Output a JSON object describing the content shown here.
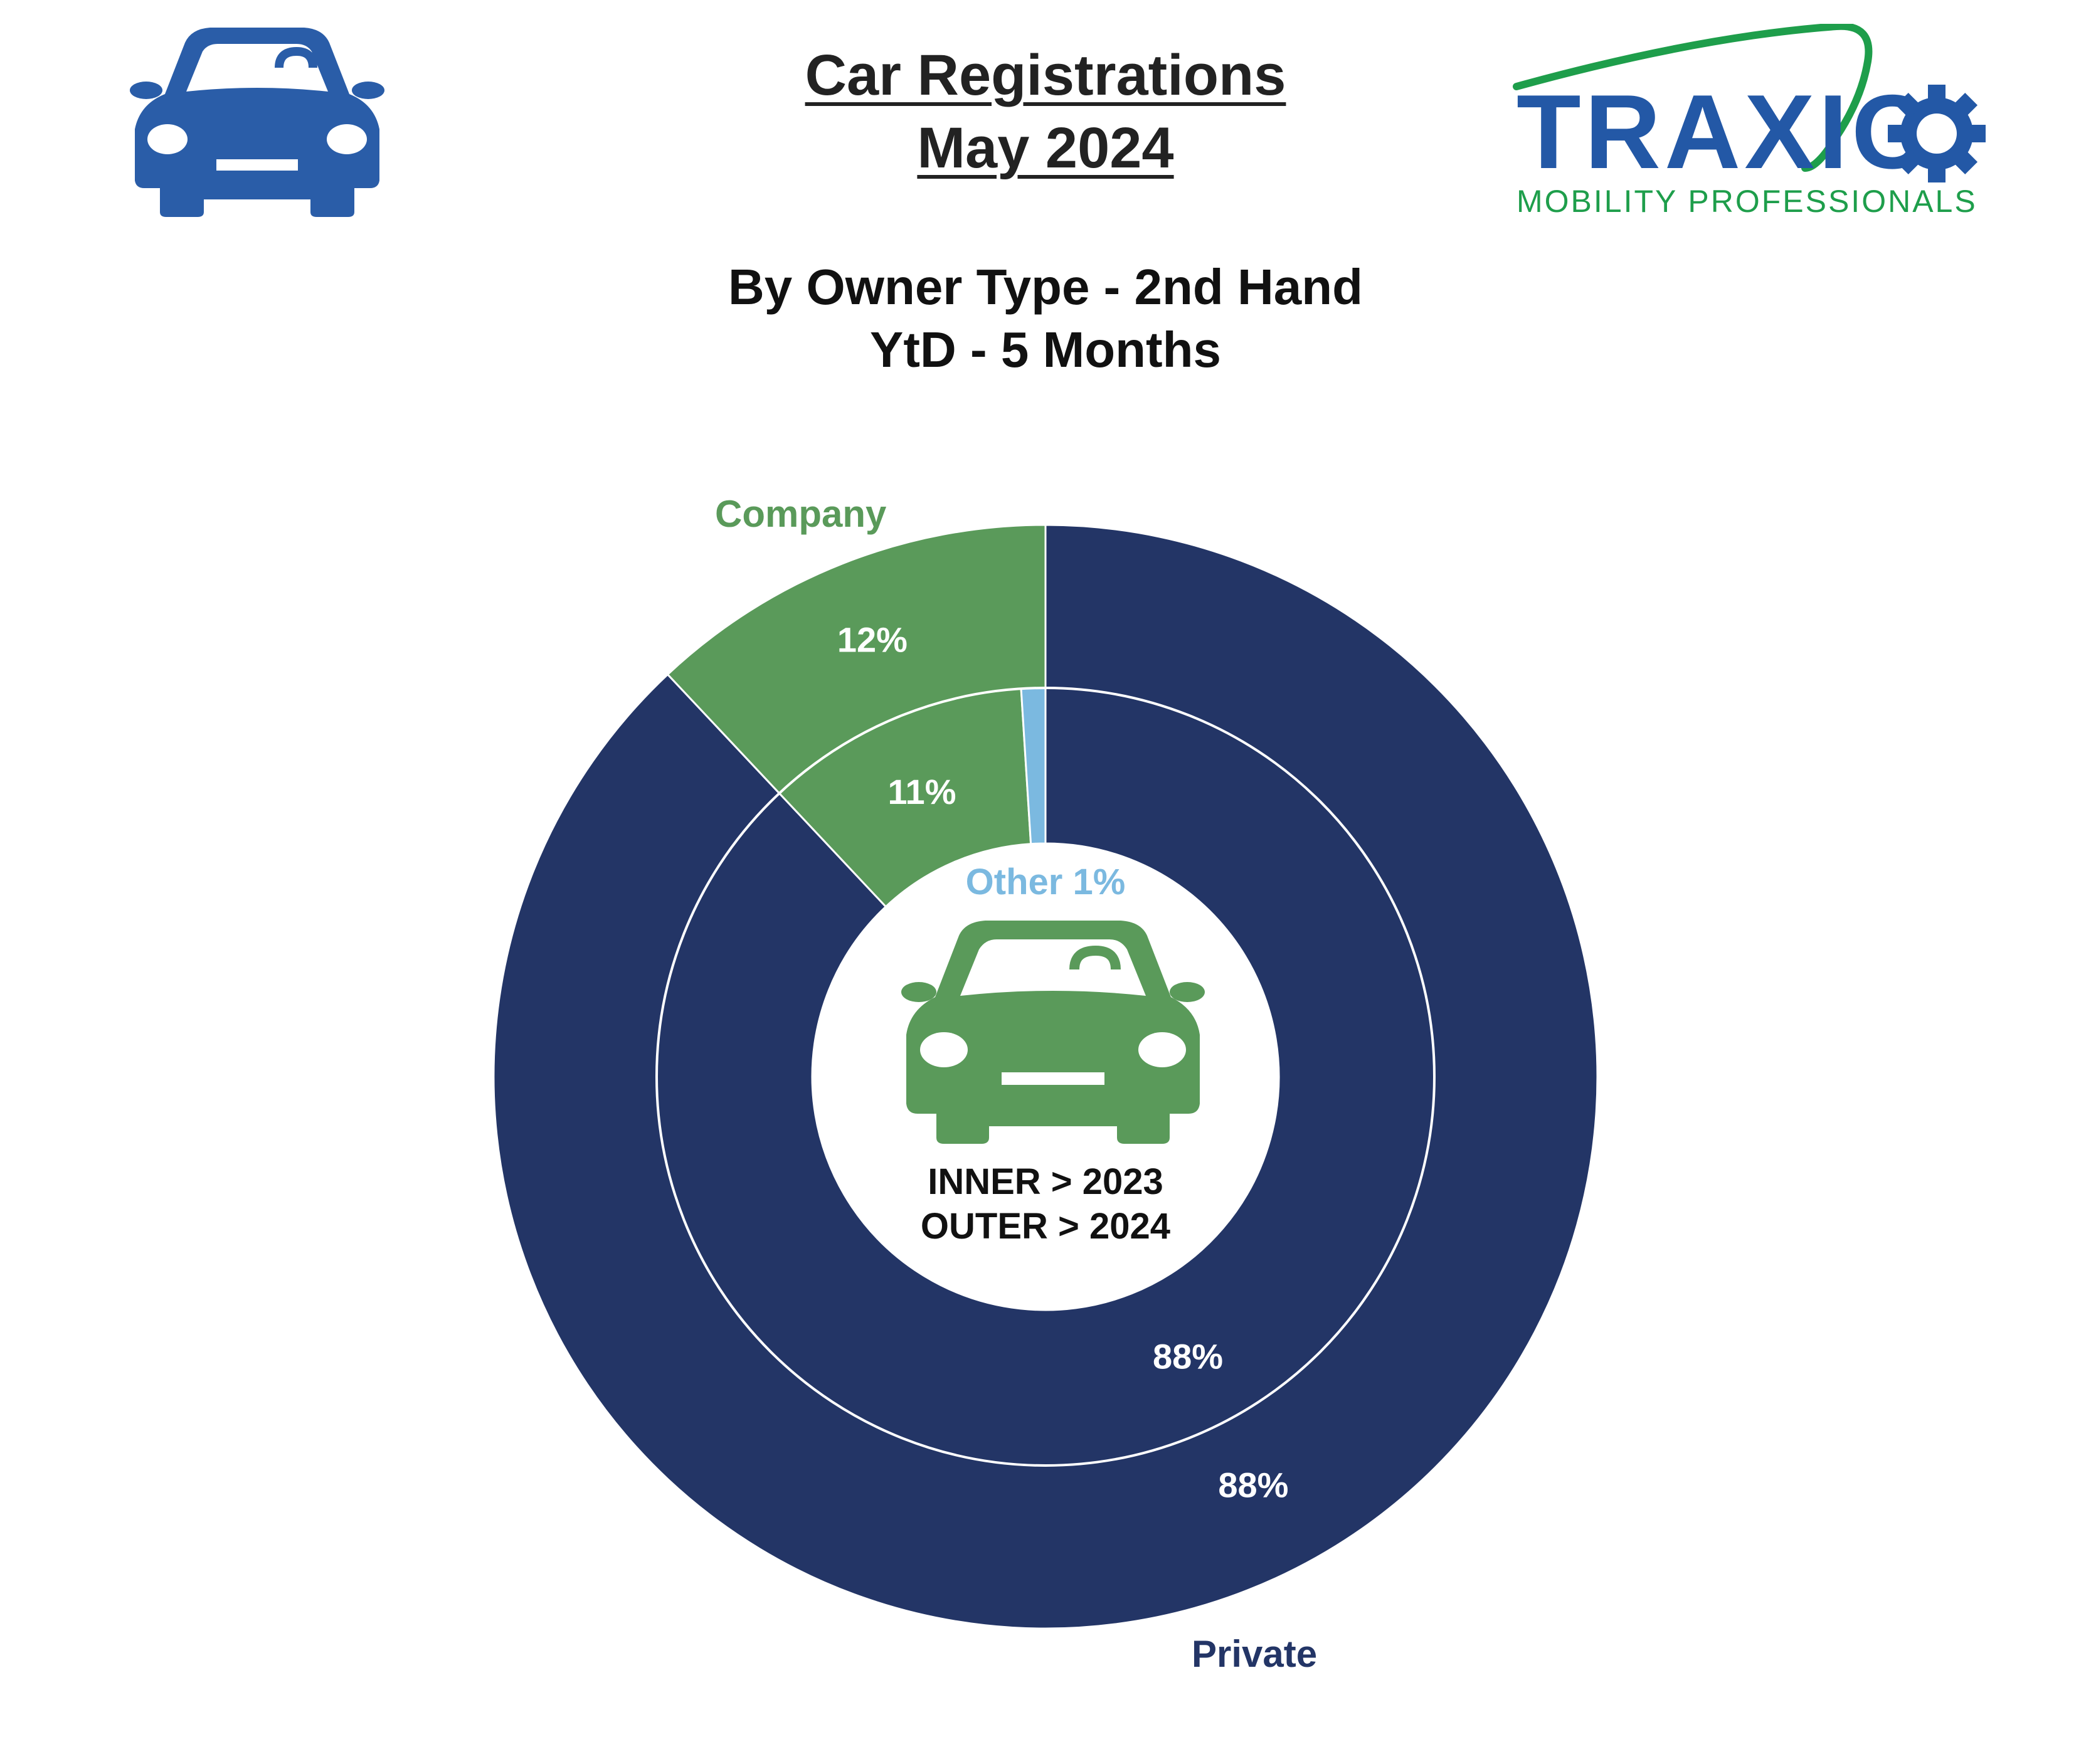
{
  "header": {
    "title_line1": "Car Registrations",
    "title_line2": "May 2024",
    "subtitle_line1": "By Owner Type - 2nd Hand",
    "subtitle_line2": "YtD - 5 Months"
  },
  "brand": {
    "logo_text": "TRAXIO",
    "tagline": "MOBILITY PROFESSIONALS",
    "primary_color": "#2358A6",
    "accent_color": "#1E9E4B"
  },
  "icons": {
    "top_left": "car-icon",
    "center": "car-icon"
  },
  "center_label": {
    "line1": "INNER > 2023",
    "line2": "OUTER > 2024"
  },
  "chart_data": {
    "type": "pie",
    "subtype": "double-donut",
    "categories": [
      "Private",
      "Company",
      "Other"
    ],
    "colors": {
      "Private": "#233566",
      "Company": "#5A9A5A",
      "Other": "#7BB9E0"
    },
    "series": [
      {
        "name": "2024",
        "ring": "outer",
        "values": [
          88,
          12,
          0
        ],
        "labels": [
          "88%",
          "12%",
          ""
        ]
      },
      {
        "name": "2023",
        "ring": "inner",
        "values": [
          88,
          11,
          1
        ],
        "labels": [
          "88%",
          "11%",
          ""
        ]
      }
    ],
    "category_labels": {
      "company": "Company",
      "private": "Private",
      "other": "Other 1%"
    }
  }
}
